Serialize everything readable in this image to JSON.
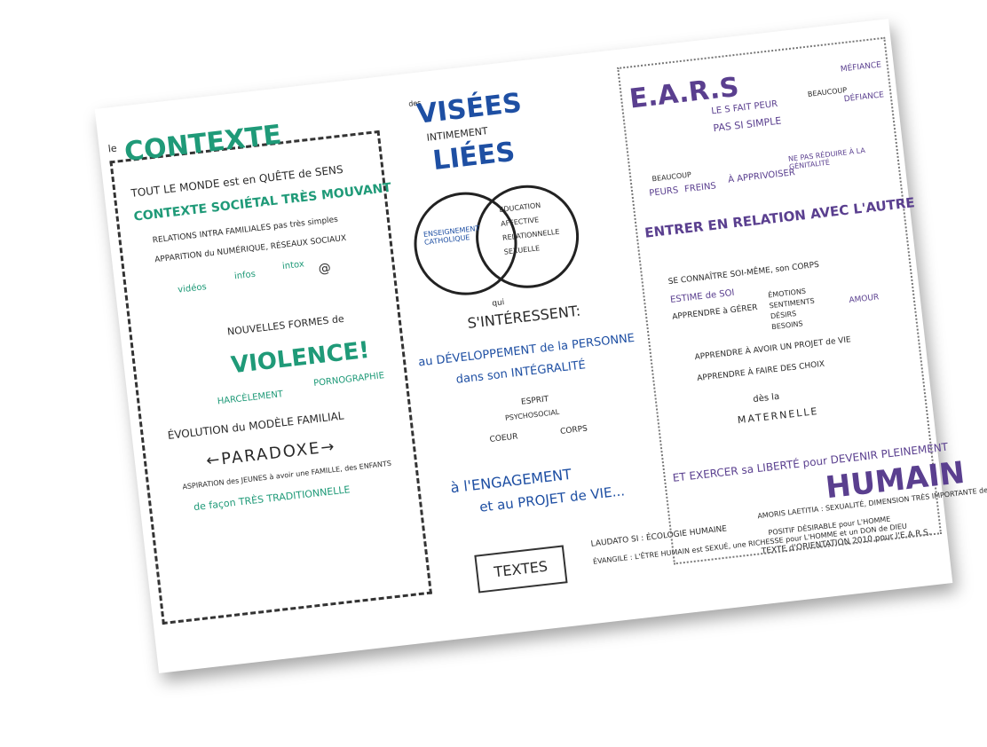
{
  "title": {
    "line1": "VISÉES",
    "line2": "INTIMEMENT",
    "line3": "LIÉES",
    "pre": "des"
  },
  "contexte": {
    "heading": "CONTEXTE",
    "le": "le",
    "items": [
      "TOUT LE MONDE est en QUÊTE de SENS",
      "CONTEXTE SOCIÉTAL TRÈS MOUVANT",
      "RELATIONS INTRA FAMILIALES pas très simples",
      "APPARITION du NUMÉRIQUE, RÉSEAUX SOCIAUX"
    ],
    "media": [
      "vidéos",
      "infos",
      "intox",
      "@"
    ],
    "forms": "NOUVELLES FORMES de",
    "violence": "VIOLENCE!",
    "harcelement": "HARCÈLEMENT",
    "porno": "PORNOGRAPHIE",
    "evolution": "ÉVOLUTION du MODÈLE FAMILIAL",
    "paradoxe": "←PARADOXE→",
    "aspiration": "ASPIRATION des JEUNES à avoir une FAMILLE, des ENFANTS",
    "traditional": "de façon TRÈS TRADITIONNELLE"
  },
  "venn": {
    "left": "ENSEIGNEMENT CATHOLIQUE",
    "right": [
      "EDUCATION",
      "AFFECTIVE",
      "RELATIONNELLE",
      "SEXUELLE"
    ]
  },
  "middle": {
    "qui": "qui",
    "interest": "S'INTÉRESSENT:",
    "dev": "au DÉVELOPPEMENT de la PERSONNE",
    "integral": "dans son INTÉGRALITÉ",
    "esprit": "ESPRIT",
    "psycho": "PSYCHOSOCIAL",
    "coeur": "COEUR",
    "corps": "CORPS",
    "engagement": "à l'ENGAGEMENT",
    "projet": "et au PROJET de VIE..."
  },
  "ears": {
    "heading": "E.A.R.S",
    "fait": "LE S FAIT PEUR",
    "simple": "PAS SI SIMPLE",
    "beaucoup": "BEAUCOUP",
    "mefiance": "MÉFIANCE",
    "defiance": "DÉFIANCE",
    "peurs": "PEURS",
    "freins": "FREINS",
    "beaucoup2": "BEAUCOUP",
    "apprivoiser": "À APPRIVOISER",
    "reduire": "NE PAS RÉDUIRE À LA GÉNITALITÉ",
    "relation": "ENTRER EN RELATION AVEC L'AUTRE",
    "list": [
      "SE CONNAÎTRE SOI-MÊME, son CORPS",
      "ESTIME de SOI",
      "APPRENDRE à GÉRER"
    ],
    "emotions": [
      "ÉMOTIONS",
      "SENTIMENTS",
      "DÉSIRS",
      "BESOINS"
    ],
    "amour": "AMOUR",
    "projet": "APPRENDRE À AVOIR UN PROJET de VIE",
    "choix": "APPRENDRE À FAIRE DES CHOIX",
    "des": "dès la",
    "maternelle": "MATERNELLE",
    "liberte": "ET EXERCER sa LIBERTÉ pour DEVENIR PLEINEMENT",
    "humain": "HUMAIN"
  },
  "textes": {
    "book": "TEXTES",
    "laudato": "LAUDATO SI : ÉCOLOGIE HUMAINE",
    "evangile": "ÉVANGILE : L'ÊTRE HUMAIN est SEXUÉ, une RICHESSE pour L'HOMME et un DON de DIEU",
    "amoris": "AMORIS LAETITIA : SEXUALITÉ, DIMENSION TRÈS IMPORTANTE de L'HUMAIN",
    "positif": "POSITIF DÉSIRABLE pour L'HOMME",
    "texte": "TEXTE d'ORIENTATION 2010 pour l'E.A.R.S."
  }
}
